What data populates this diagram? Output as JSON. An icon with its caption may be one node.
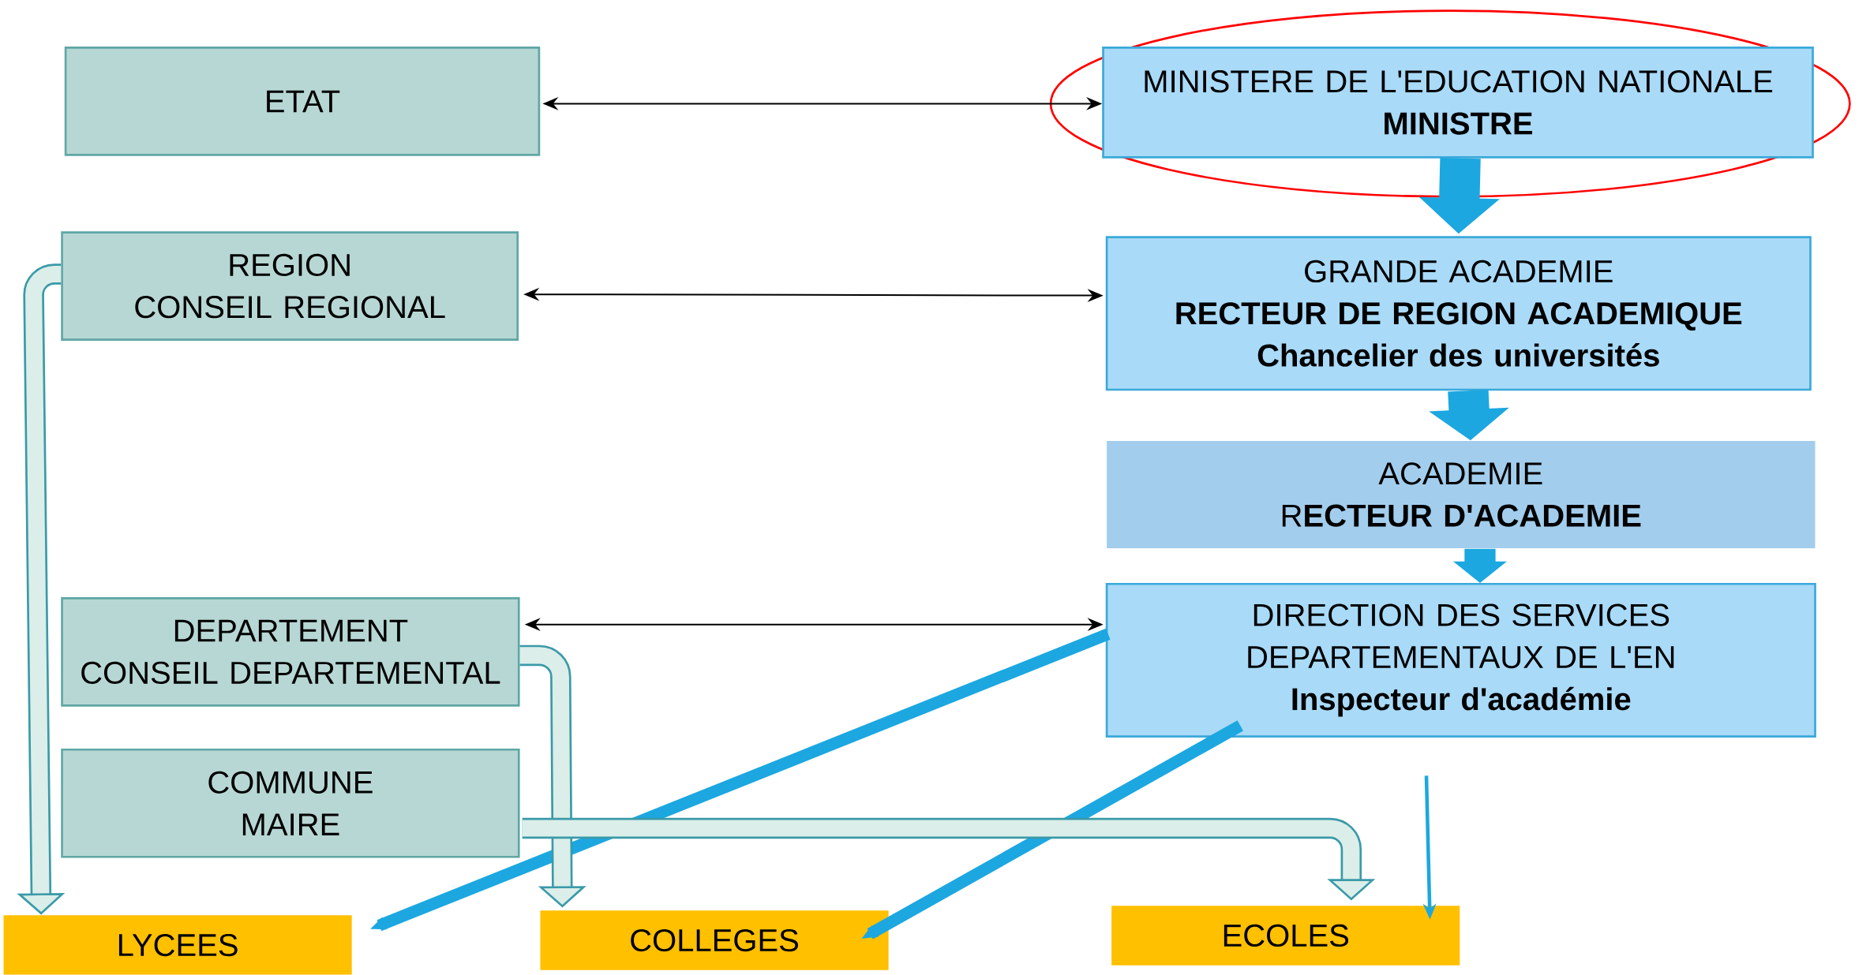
{
  "diagram": {
    "nodes": [
      {
        "text": [
          "ETAT"
        ]
      },
      {
        "text": [
          "MINISTERE DE L'EDUCATION NATIONALE",
          "MINISTRE"
        ]
      },
      {
        "text": [
          "REGION",
          "CONSEIL REGIONAL"
        ]
      },
      {
        "text": [
          "GRANDE ACADEMIE",
          "RECTEUR DE REGION ACADEMIQUE",
          "Chancelier des universités"
        ]
      },
      {
        "text": [
          "ACADEMIE",
          "R**ECTEUR D'ACADEMIE**"
        ]
      },
      {
        "text": [
          "DEPARTEMENT",
          "CONSEIL DEPARTEMENTAL"
        ]
      },
      {
        "text": [
          "DIRECTION DES SERVICES DEPARTEMENTAUX DE L'EN",
          "Inspecteur d'académie"
        ]
      },
      {
        "text": [
          "COMMUNE",
          "MAIRE"
        ]
      },
      {
        "text": [
          "LYCEES"
        ]
      },
      {
        "text": [
          "COLLEGES"
        ]
      },
      {
        "text": [
          "ECOLES"
        ]
      }
    ],
    "edges": [
      {
        "from": 0,
        "to": 1,
        "arrow": "both",
        "color": "#000000"
      },
      {
        "from": 2,
        "to": 3,
        "arrow": "both",
        "color": "#000000"
      },
      {
        "from": 5,
        "to": 6,
        "arrow": "both",
        "color": "#000000"
      },
      {
        "from": 1,
        "to": 3,
        "arrow": "to",
        "style": "thick",
        "color": "#1ca7e0"
      },
      {
        "from": 3,
        "to": 4,
        "arrow": "to",
        "style": "thick",
        "color": "#1ca7e0"
      },
      {
        "from": 4,
        "to": 6,
        "arrow": "to",
        "style": "thick",
        "color": "#1ca7e0"
      },
      {
        "from": 6,
        "to": 8,
        "arrow": "to",
        "color": "#1ca7e0"
      },
      {
        "from": 6,
        "to": 9,
        "arrow": "to",
        "color": "#1ca7e0"
      },
      {
        "from": 6,
        "to": 10,
        "arrow": "to",
        "color": "#1ca7e0"
      },
      {
        "from": 2,
        "to": 8,
        "arrow": "to",
        "color": "#3a9aa8"
      },
      {
        "from": 5,
        "to": 9,
        "arrow": "to",
        "color": "#3a9aa8"
      },
      {
        "from": 7,
        "to": 10,
        "arrow": "to",
        "color": "#3a9aa8"
      }
    ]
  }
}
